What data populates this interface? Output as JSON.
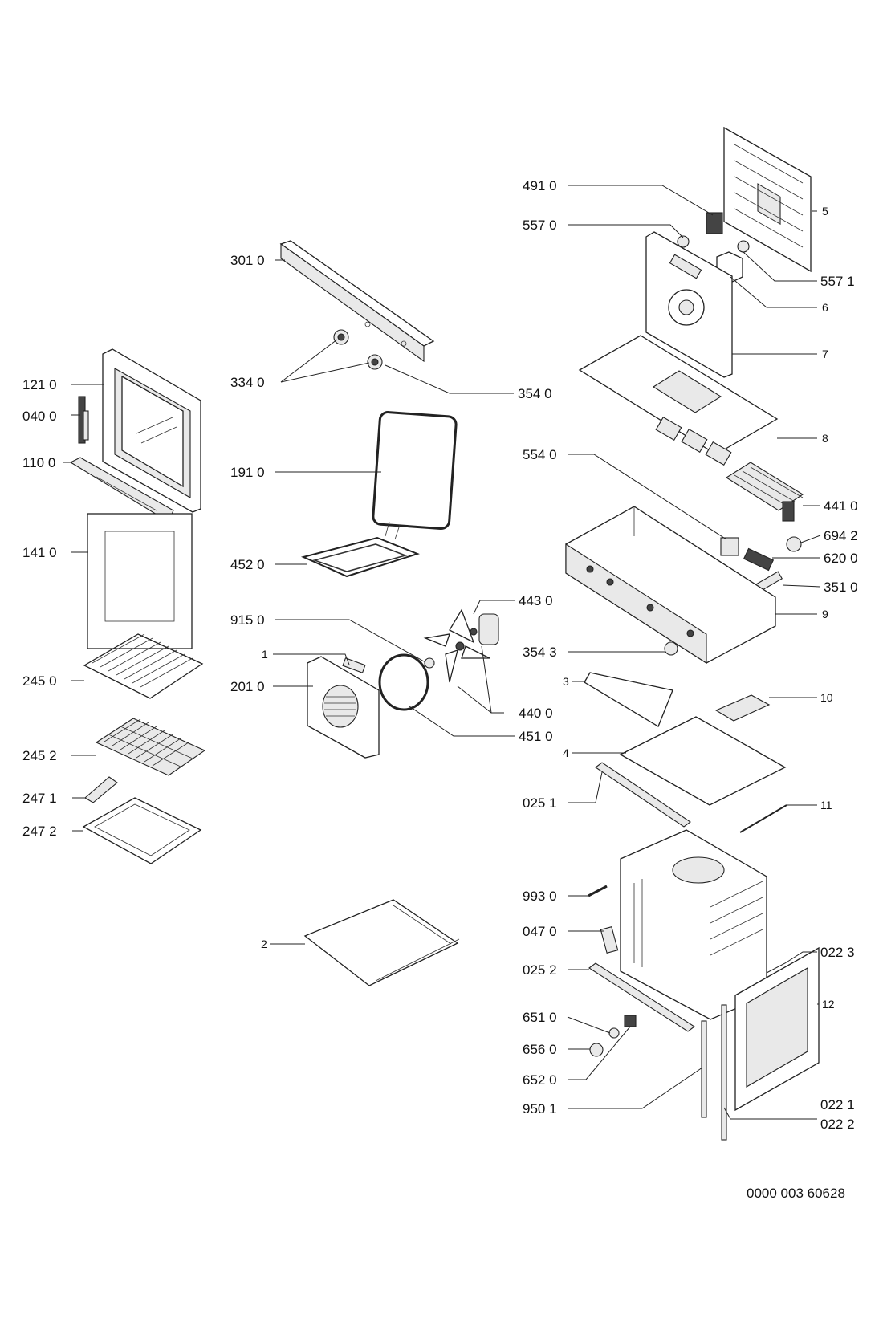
{
  "labels": {
    "p301_0": "301 0",
    "p334_0": "334 0",
    "p354_0": "354 0",
    "p121_0": "121 0",
    "p040_0": "040 0",
    "p110_0": "110 0",
    "p141_0": "141 0",
    "p191_0": "191 0",
    "p452_0": "452 0",
    "p915_0": "915 0",
    "p443_0": "443 0",
    "p440_0": "440 0",
    "p451_0": "451 0",
    "p201_0": "201 0",
    "p1": "1",
    "p245_0": "245 0",
    "p245_2": "245 2",
    "p247_1": "247 1",
    "p247_2": "247 2",
    "p2": "2",
    "p491_0": "491 0",
    "p557_0": "557 0",
    "p557_1": "557 1",
    "p5": "5",
    "p6": "6",
    "p7": "7",
    "p8": "8",
    "p554_0": "554 0",
    "p441_0": "441 0",
    "p694_2": "694 2",
    "p620_0": "620 0",
    "p351_0": "351 0",
    "p9": "9",
    "p354_3": "354 3",
    "p3": "3",
    "p10": "10",
    "p4": "4",
    "p025_1": "025 1",
    "p11": "11",
    "p993_0": "993 0",
    "p047_0": "047 0",
    "p022_3": "022 3",
    "p025_2": "025 2",
    "p12": "12",
    "p651_0": "651 0",
    "p656_0": "656 0",
    "p652_0": "652 0",
    "p950_1": "950 1",
    "p022_1": "022 1",
    "p022_2": "022 2"
  },
  "document_ref": "0000 003 60628"
}
